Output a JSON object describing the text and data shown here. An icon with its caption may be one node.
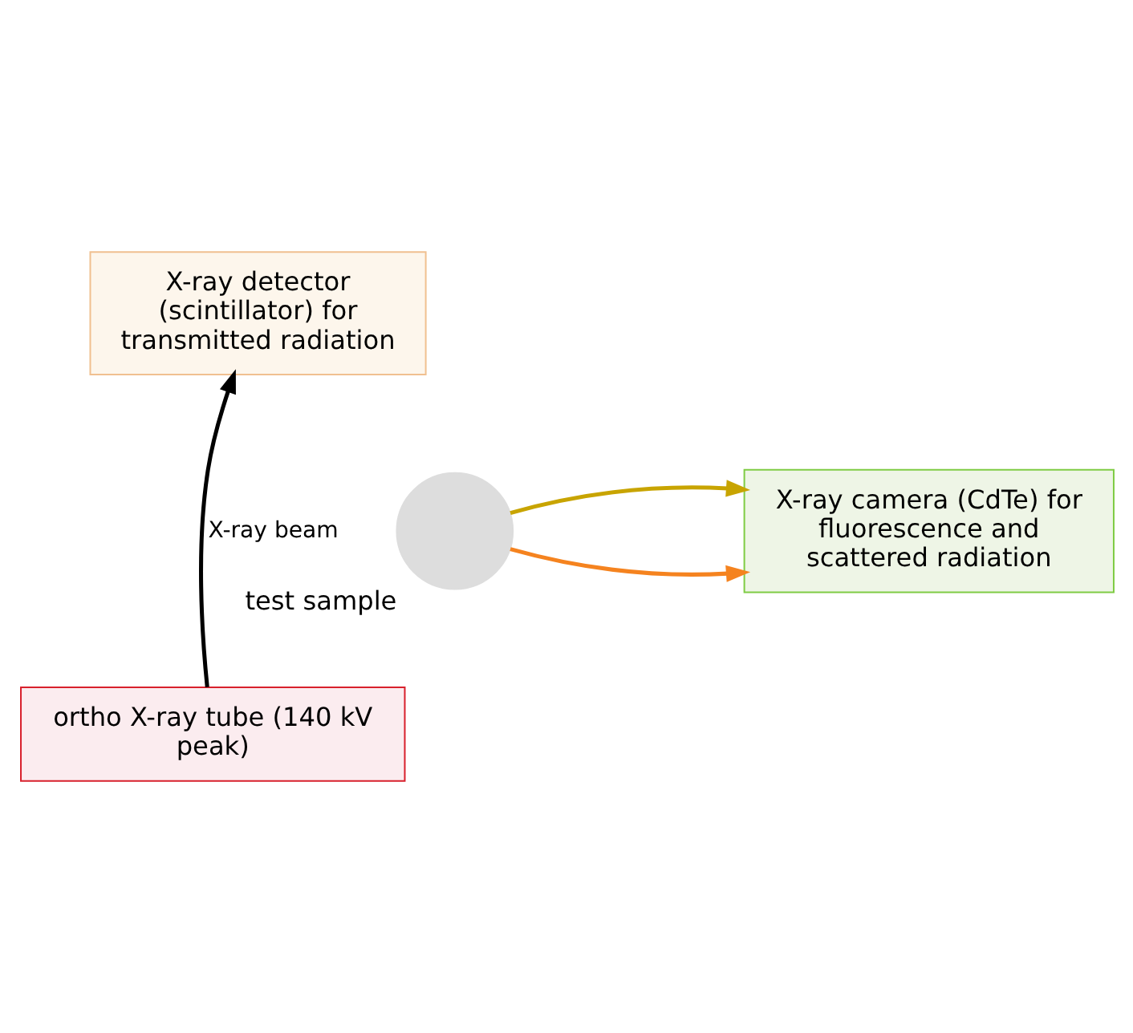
{
  "diagram": {
    "nodes": [
      {
        "text": [
          "X-ray detector (scintillator) for transmitted radiation"
        ]
      },
      {
        "text": [
          "X-ray camera (CdTe) for fluorescence and scattered radiation"
        ]
      },
      {
        "text": [],
        "shape": "circle",
        "beside": [
          "test sample"
        ]
      },
      {
        "text": [
          "ortho X-ray tube (140 kV peak)"
        ]
      }
    ],
    "edges": [
      {
        "from": 3,
        "to": 0,
        "arrow": "to",
        "label": "X-ray beam"
      },
      {
        "from": 2,
        "to": 1,
        "arrow": "to",
        "color": "#c8a400"
      },
      {
        "from": 2,
        "to": 1,
        "arrow": "to",
        "color": "#f5831f"
      }
    ]
  }
}
